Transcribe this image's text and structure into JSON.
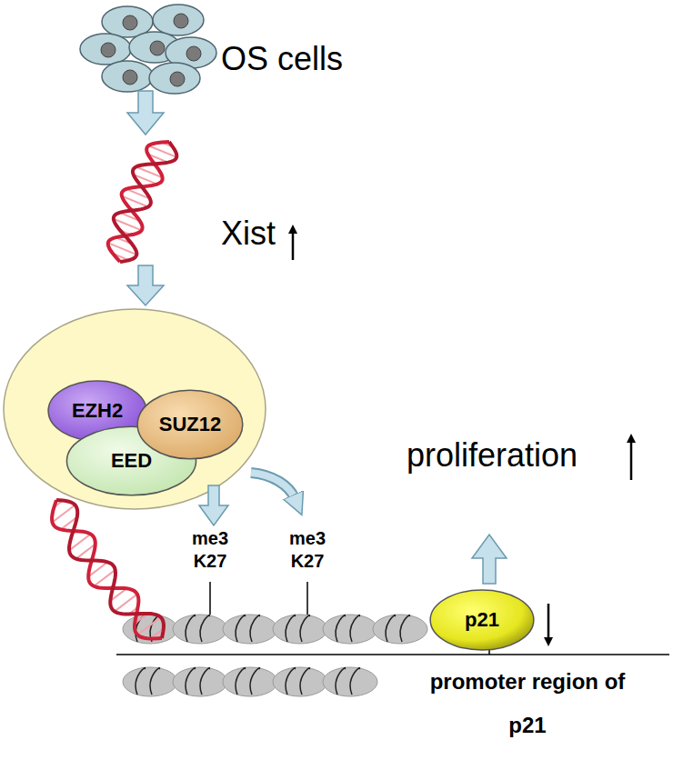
{
  "diagram": {
    "nodes": [
      {
        "text": [
          "EZH2"
        ]
      },
      {
        "text": [
          "EED"
        ]
      },
      {
        "text": [
          "SUZ12"
        ]
      },
      {
        "text": [
          "p21"
        ]
      }
    ],
    "labels": [
      "OS cells",
      "Xist",
      "me3 K27",
      "me3 K27",
      "proliferation",
      "promoter region of p21"
    ]
  }
}
